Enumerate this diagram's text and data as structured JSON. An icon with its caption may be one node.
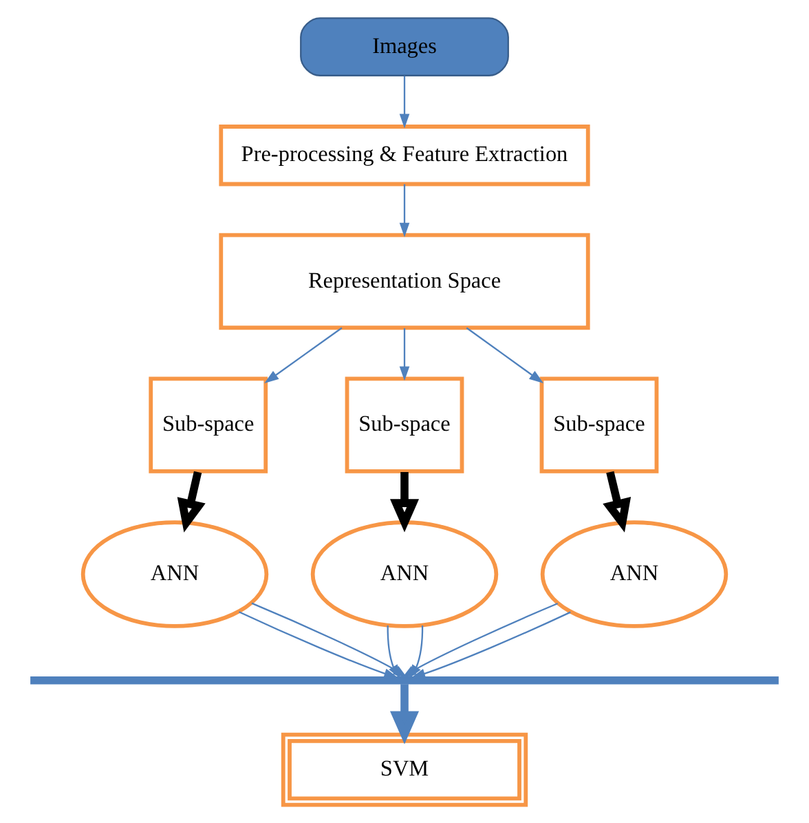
{
  "diagram": {
    "nodes": [
      {
        "text": [
          "Images"
        ]
      },
      {
        "text": [
          "Pre-processing & Feature Extraction"
        ]
      },
      {
        "text": [
          "Representation Space"
        ]
      },
      {
        "text": [
          "Sub-space"
        ]
      },
      {
        "text": [
          "Sub-space"
        ]
      },
      {
        "text": [
          "Sub-space"
        ]
      },
      {
        "text": [
          "ANN"
        ]
      },
      {
        "text": [
          "ANN"
        ]
      },
      {
        "text": [
          "ANN"
        ]
      },
      {
        "text": [],
        "shape": "bar"
      },
      {
        "text": [
          "SVM"
        ]
      }
    ],
    "edges": [
      {
        "from": 0,
        "to": 1,
        "arrow": "to"
      },
      {
        "from": 1,
        "to": 2,
        "arrow": "to"
      },
      {
        "from": 2,
        "to": 3,
        "arrow": "to"
      },
      {
        "from": 2,
        "to": 4,
        "arrow": "to"
      },
      {
        "from": 2,
        "to": 5,
        "arrow": "to"
      },
      {
        "from": 3,
        "to": 6,
        "arrow": "to",
        "style": "thick",
        "color": "#000000"
      },
      {
        "from": 4,
        "to": 7,
        "arrow": "to",
        "style": "thick",
        "color": "#000000"
      },
      {
        "from": 5,
        "to": 8,
        "arrow": "to",
        "style": "thick",
        "color": "#000000"
      },
      {
        "from": 6,
        "to": 9,
        "arrow": "to"
      },
      {
        "from": 6,
        "to": 9,
        "arrow": "to"
      },
      {
        "from": 7,
        "to": 9,
        "arrow": "to"
      },
      {
        "from": 7,
        "to": 9,
        "arrow": "to"
      },
      {
        "from": 8,
        "to": 9,
        "arrow": "to"
      },
      {
        "from": 8,
        "to": 9,
        "arrow": "to"
      },
      {
        "from": 9,
        "to": 10,
        "arrow": "to",
        "style": "thick"
      }
    ]
  }
}
